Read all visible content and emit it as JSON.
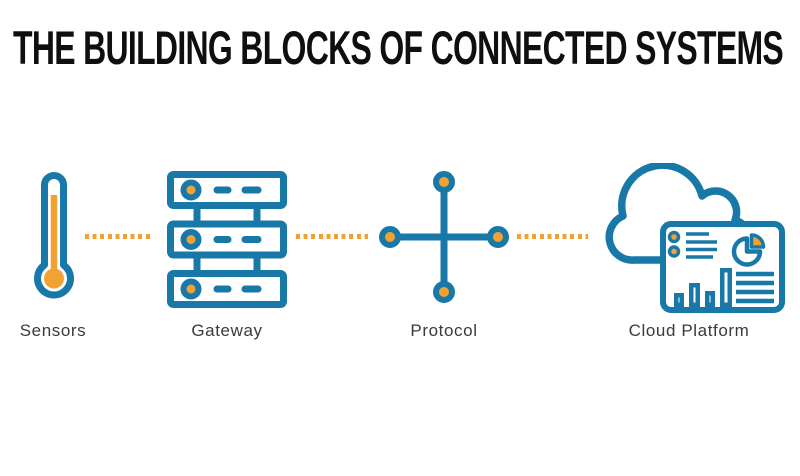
{
  "title": "THE BUILDING BLOCKS OF CONNECTED SYSTEMS",
  "colors": {
    "blue": "#1878a8",
    "orange": "#f2a233",
    "title": "#0f0f0f",
    "label": "#3a3a3a",
    "bg": "#ffffff"
  },
  "nodes": [
    {
      "label": "Sensors",
      "icon": "thermometer-icon"
    },
    {
      "label": "Gateway",
      "icon": "server-stack-icon"
    },
    {
      "label": "Protocol",
      "icon": "network-hub-icon"
    },
    {
      "label": "Cloud Platform",
      "icon": "cloud-dashboard-icon"
    }
  ],
  "connectors": [
    {
      "style": "dotted",
      "color": "#f2a233"
    },
    {
      "style": "dotted",
      "color": "#f2a233"
    },
    {
      "style": "dotted",
      "color": "#f2a233"
    }
  ]
}
